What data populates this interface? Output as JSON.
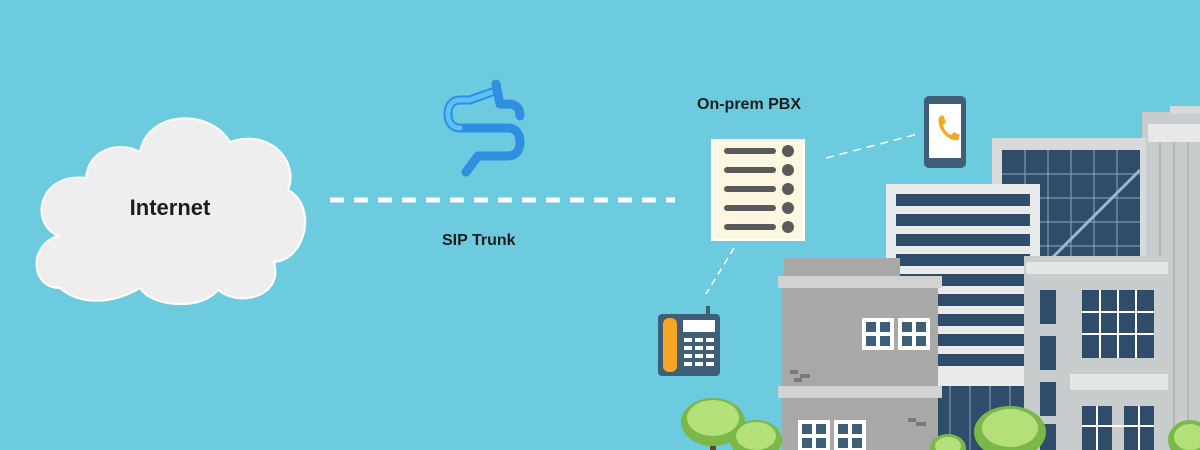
{
  "labels": {
    "internet": "Internet",
    "sip_trunk": "SIP Trunk",
    "pbx": "On-prem PBX"
  },
  "icons": {
    "cloud": "cloud-icon",
    "brand": "sip-logo-icon",
    "server": "pbx-server-icon",
    "mobile": "mobile-phone-icon",
    "desk_phone": "desk-phone-icon",
    "buildings": "city-buildings-illustration",
    "trees": "tree-illustration"
  },
  "colors": {
    "background": "#6ccbdf",
    "cloud": "#eeeeee",
    "logo_blue": "#3fa9f5",
    "phone_accent": "#f5a623",
    "window_dark": "#2f4d6b"
  }
}
